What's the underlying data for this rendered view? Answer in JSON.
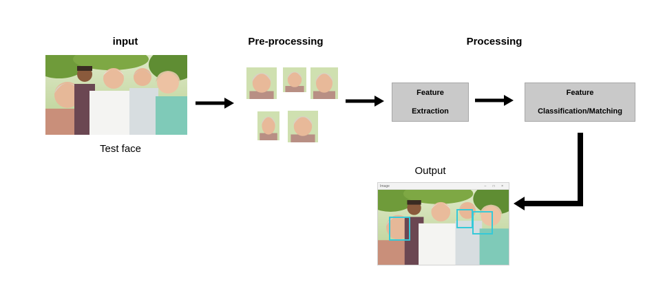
{
  "stages": {
    "input": {
      "title": "input",
      "caption": "Test face"
    },
    "preprocessing": {
      "title": "Pre-processing"
    },
    "processing": {
      "title": "Processing"
    },
    "output": {
      "title": "Output",
      "window_title": "Image"
    }
  },
  "boxes": {
    "feature_extraction": {
      "line1": "Feature",
      "line2": "Extraction"
    },
    "feature_classification": {
      "line1": "Feature",
      "line2": "Classification/Matching"
    }
  },
  "colors": {
    "box_fill": "#c9c9c9",
    "box_border": "#a6a6a6",
    "arrow": "#000000",
    "detection_box": "#35c9d8"
  },
  "icons": {
    "arrow": "right-arrow-icon",
    "elbow_arrow": "elbow-arrow-icon"
  }
}
